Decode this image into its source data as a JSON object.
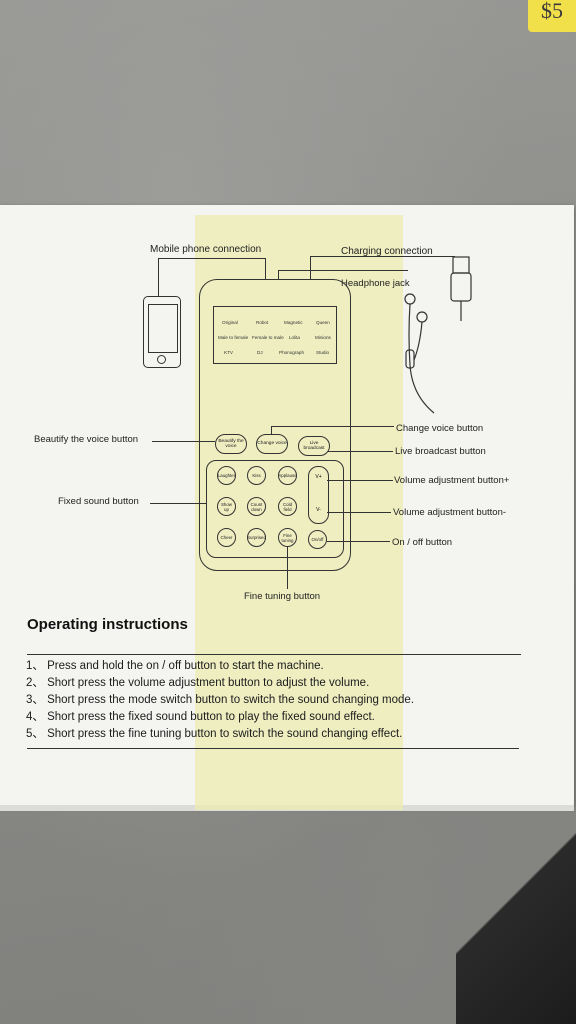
{
  "price_sticker": "$5",
  "diagram": {
    "mobile_phone_connection": "Mobile phone connection",
    "charging_connection": "Charging connection",
    "headphone_jack": "Headphone jack",
    "beautify_voice_button": "Beautify the voice button",
    "fixed_sound_button": "Fixed sound button",
    "change_voice_button": "Change voice button",
    "live_broadcast_button": "Live broadcast button",
    "volume_plus": "Volume adjustment button+",
    "volume_minus": "Volume adjustment button-",
    "on_off_button": "On / off button",
    "fine_tuning_button": "Fine tuning button",
    "screen_modes": [
      "Original",
      "Robot",
      "Magnetic",
      "Queen",
      "Male to female",
      "Female to male",
      "Lolita",
      "Minions",
      "KTV",
      "DJ",
      "Phonograph",
      "Studio"
    ],
    "device_buttons": {
      "beautify": "Beautify the voice",
      "change": "Change voice",
      "live": "Live broadcast",
      "laughter": "Laughter",
      "kiss": "Kiss",
      "applause": "Applause",
      "show_up": "Show up",
      "count_down": "Count down",
      "cold_field": "Cold field",
      "cheer": "Cheer",
      "surprised": "Surprised",
      "fine_tuning": "Fine tuning",
      "on_off": "On/off",
      "v_plus": "V+",
      "v_minus": "V-"
    }
  },
  "instructions": {
    "heading": "Operating instructions",
    "items": [
      "1、 Press and hold the on / off button to start the machine.",
      "2、 Short press the volume adjustment button to adjust the volume.",
      "3、 Short press the mode switch button to switch the sound changing mode.",
      "4、 Short press the fixed sound button to play the fixed sound effect.",
      "5、 Short press the fine tuning  button to switch the sound changing effect."
    ]
  }
}
